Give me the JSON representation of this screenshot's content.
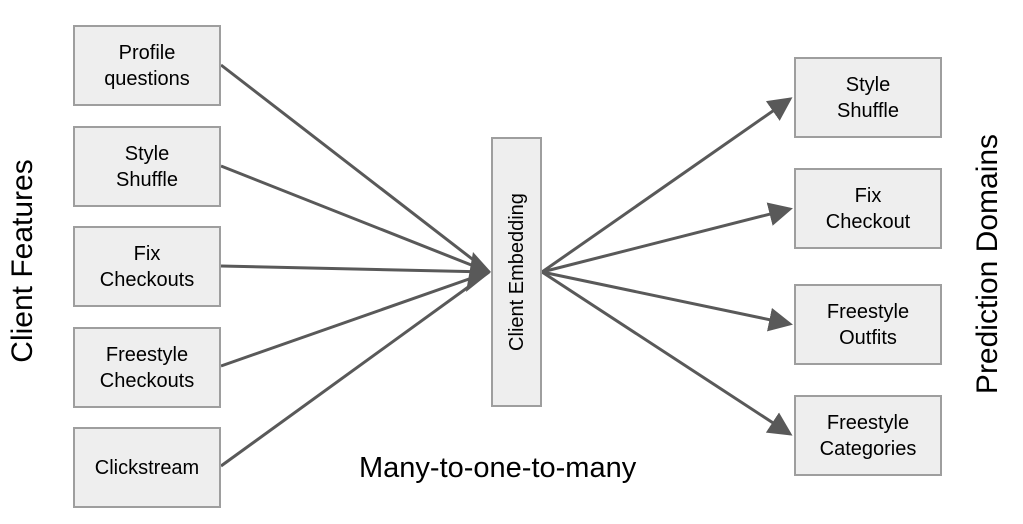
{
  "left_title": "Client Features",
  "right_title": "Prediction Domains",
  "center": {
    "label": "Client Embedding"
  },
  "caption": "Many-to-one-to-many",
  "inputs": [
    {
      "line1": "Profile",
      "line2": "questions"
    },
    {
      "line1": "Style",
      "line2": "Shuffle"
    },
    {
      "line1": "Fix",
      "line2": "Checkouts"
    },
    {
      "line1": "Freestyle",
      "line2": "Checkouts"
    },
    {
      "line1": "Clickstream",
      "line2": ""
    }
  ],
  "outputs": [
    {
      "line1": "Style",
      "line2": "Shuffle"
    },
    {
      "line1": "Fix",
      "line2": "Checkout"
    },
    {
      "line1": "Freestyle",
      "line2": "Outfits"
    },
    {
      "line1": "Freestyle",
      "line2": "Categories"
    }
  ],
  "colors": {
    "box_fill": "#eeeeee",
    "box_border": "#9e9e9e",
    "arrow": "#595959"
  }
}
